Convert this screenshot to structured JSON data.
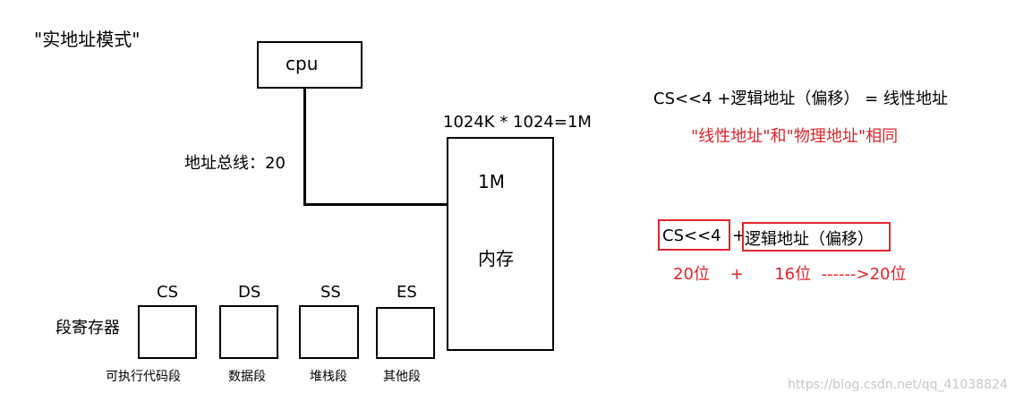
{
  "title": "\"实地址模式\"",
  "cpu": {
    "label": "cpu"
  },
  "bus": {
    "label": "地址总线：20"
  },
  "memory": {
    "size_caption": "1024K * 1024=1M",
    "size_label": "1M",
    "name": "内存"
  },
  "segment_registers": {
    "label": "段寄存器",
    "items": [
      {
        "name": "CS",
        "desc": "可执行代码段"
      },
      {
        "name": "DS",
        "desc": "数据段"
      },
      {
        "name": "SS",
        "desc": "堆栈段"
      },
      {
        "name": "ES",
        "desc": "其他段"
      }
    ]
  },
  "formula": {
    "line": "CS<<4 +逻辑地址（偏移） = 线性地址",
    "note": "\"线性地址\"和\"物理地址\"相同",
    "cs_part": "CS<<4",
    "plus": "+",
    "logic_part": "逻辑地址（偏移）",
    "bits_line": "20位    +      16位  ------>20位"
  },
  "watermark": "https://blog.csdn.net/qq_41038824",
  "colors": {
    "accent": "#e0252b",
    "line": "#000000"
  }
}
